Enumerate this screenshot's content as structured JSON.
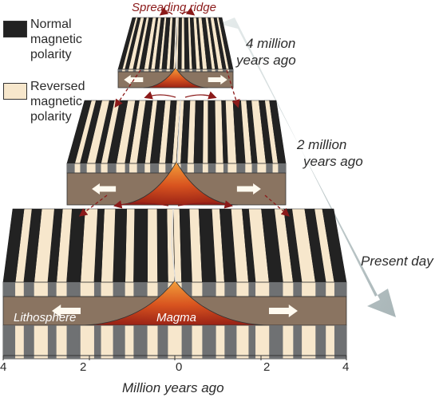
{
  "title": "Spreading ridge",
  "legend": {
    "normal": {
      "label_lines": [
        "Normal",
        "magnetic",
        "polarity"
      ],
      "color": "#222222"
    },
    "reversed": {
      "label_lines": [
        "Reversed",
        "magnetic",
        "polarity"
      ],
      "color": "#f7e7cc"
    }
  },
  "stages": [
    {
      "label_lines": [
        "4 million",
        "years ago"
      ]
    },
    {
      "label_lines": [
        "2 million",
        "years ago"
      ]
    },
    {
      "label_lines": [
        "Present day"
      ]
    }
  ],
  "layers": {
    "lithosphere": "Lithosphere",
    "magma": "Magma"
  },
  "axis": {
    "label": "Million years ago",
    "ticks": [
      "4",
      "2",
      "0",
      "2",
      "4"
    ]
  },
  "colors": {
    "normal": "#222222",
    "reversed": "#f7e7cc",
    "gray_band": "#6f7173",
    "lithosphere": "#8a7461",
    "magma_hot": "#e8742a",
    "magma_cool": "#a52a1a",
    "ridge_arrow": "#8b1a1a",
    "time_arrow": "#c8d2d3"
  }
}
